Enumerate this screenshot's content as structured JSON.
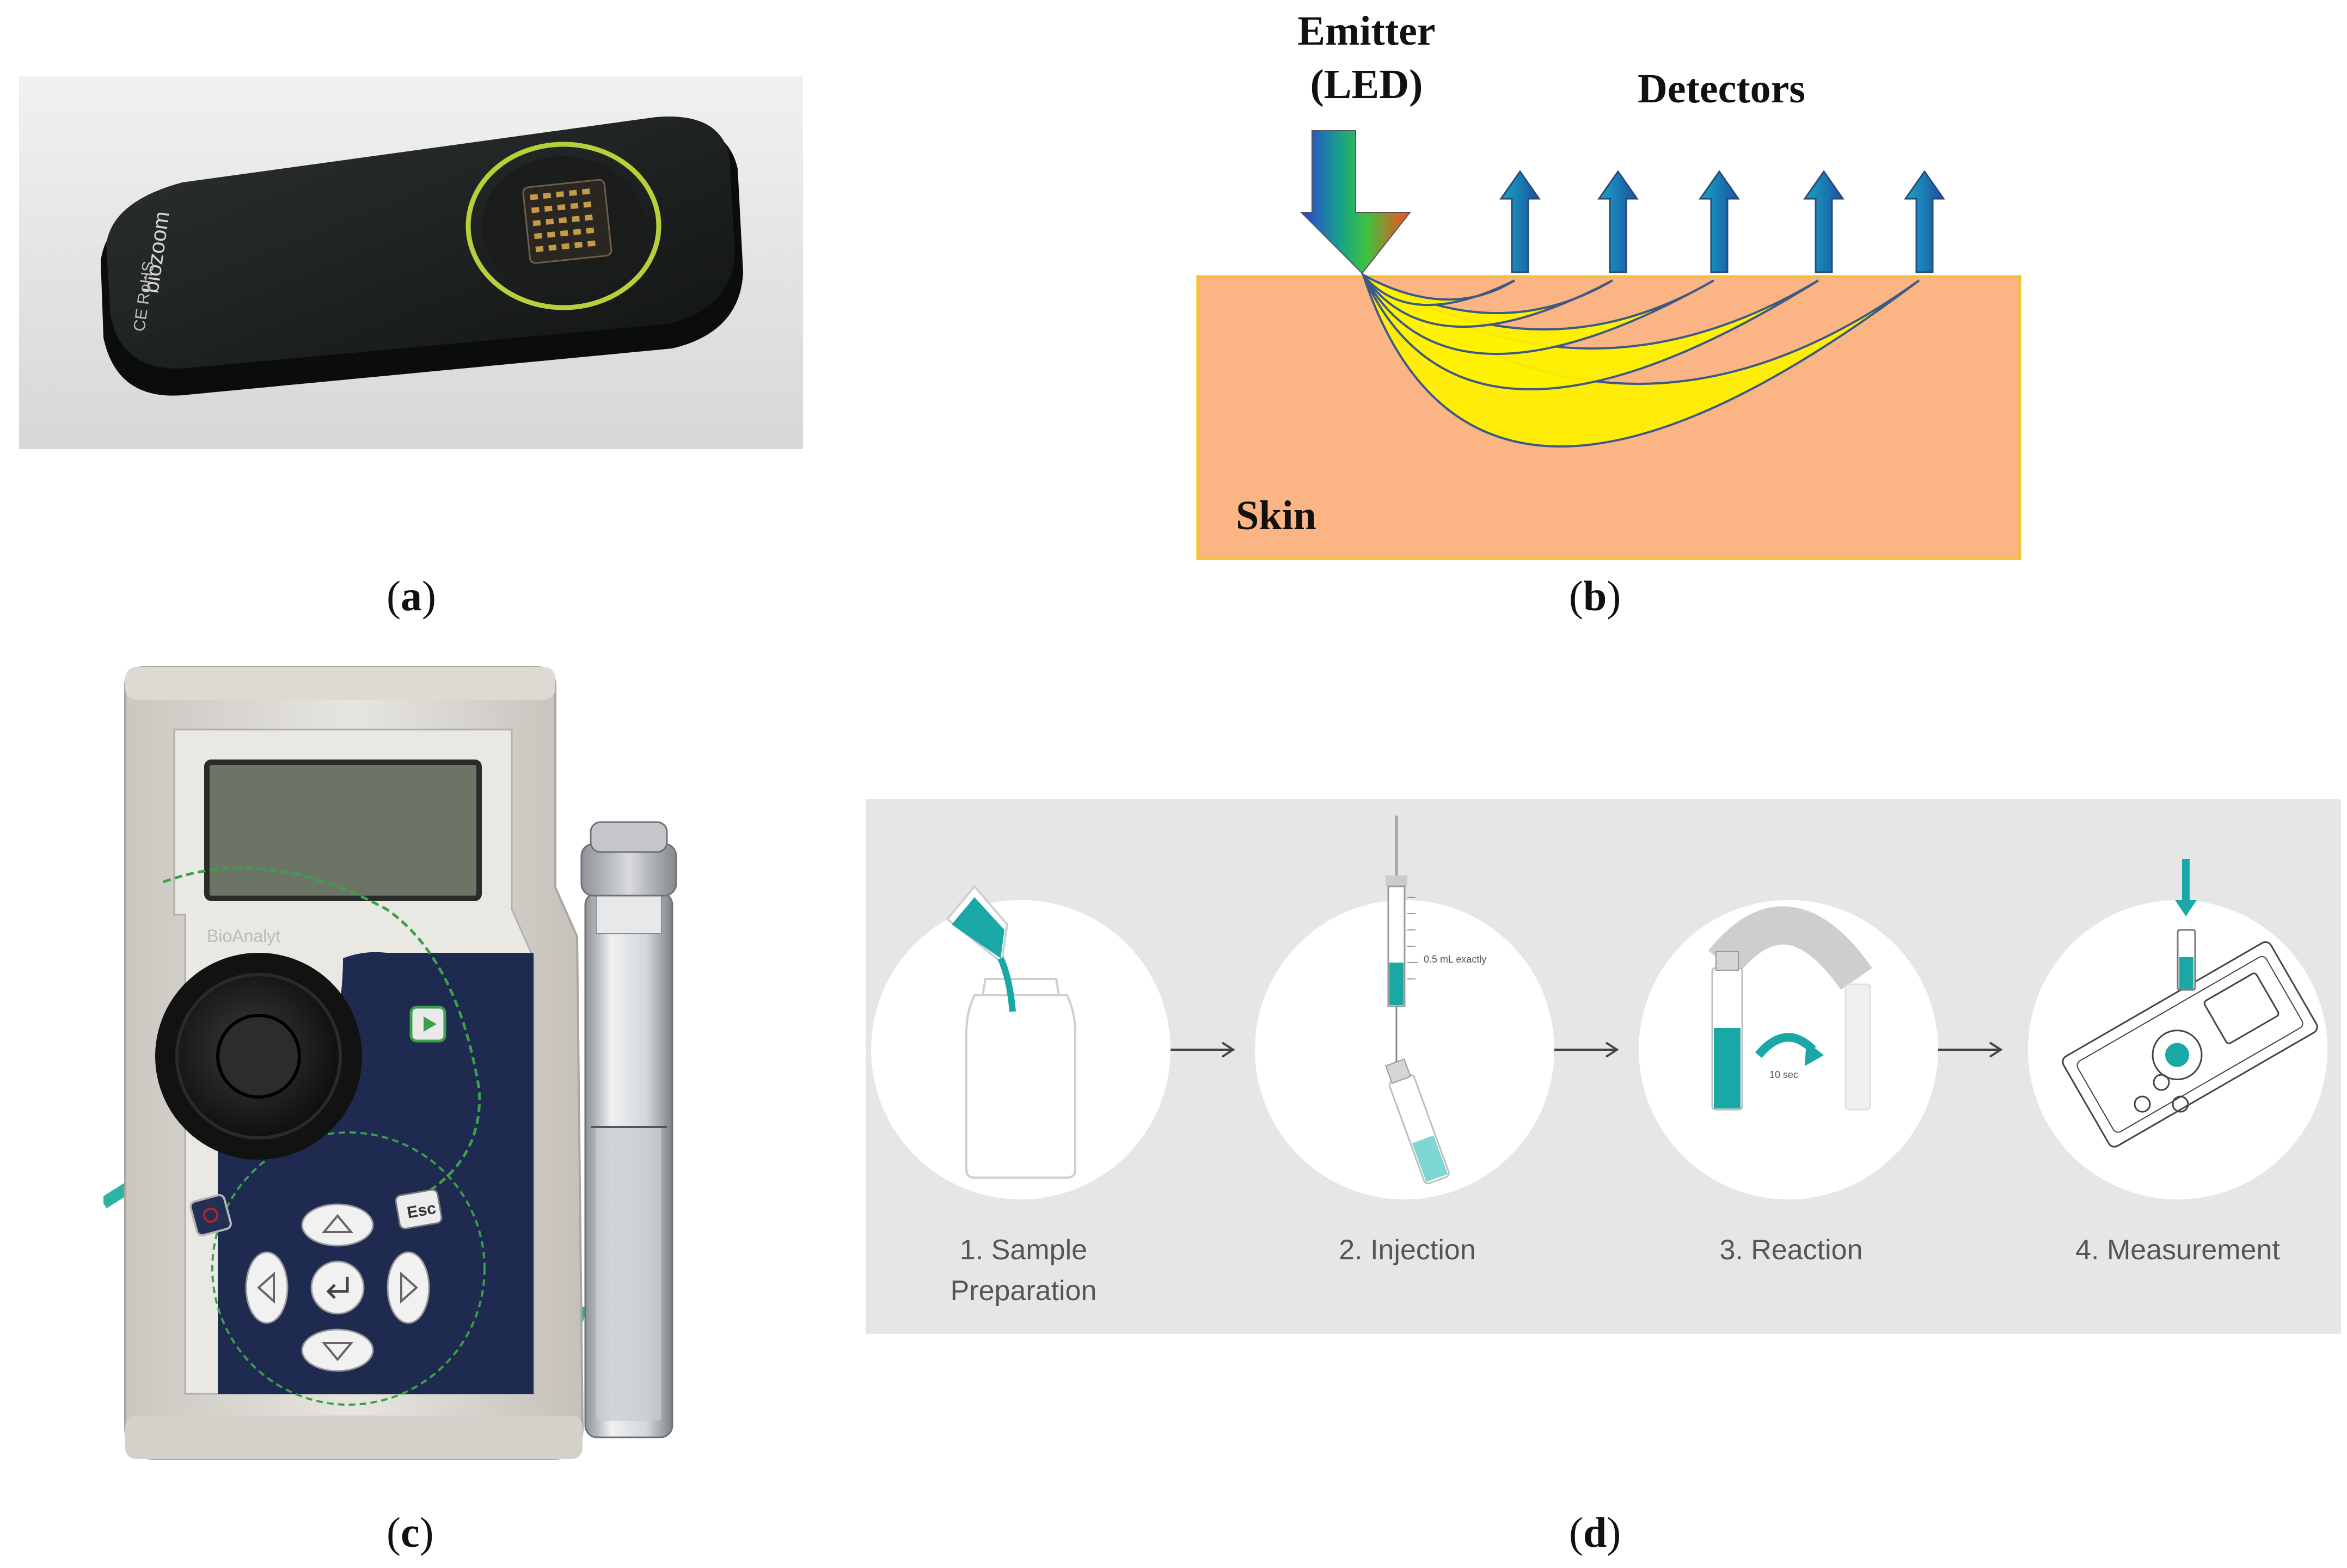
{
  "panel_a": {
    "label_open": "(",
    "label_letter": "a",
    "label_close": ")",
    "device_brand": "biozoom",
    "device_marks": "CE RoHS"
  },
  "panel_b": {
    "label_open": "(",
    "label_letter": "b",
    "label_close": ")",
    "emitter_line1": "Emitter",
    "emitter_line2": "(LED)",
    "detectors": "Detectors",
    "skin": "Skin",
    "detector_count": 5,
    "colors": {
      "skin": "#FBB484",
      "skin_border": "#F2C233",
      "light_path": "#FFF200",
      "arrow": "#1F78B4"
    }
  },
  "panel_c": {
    "label_open": "(",
    "label_letter": "c",
    "label_close": ")",
    "device_brand": "BioAnalyt",
    "colors": {
      "body": "#D9D7D1",
      "keypad": "#1E2A4F",
      "accent": "#2AB3A6"
    }
  },
  "panel_d": {
    "label_open": "(",
    "label_letter": "d",
    "label_close": ")",
    "steps": [
      {
        "line1": "1. Sample",
        "line2": "Preparation",
        "icon": "bottle-pour-icon"
      },
      {
        "line1": "2. Injection",
        "line2": "",
        "icon": "syringe-icon"
      },
      {
        "line1": "3. Reaction",
        "line2": "",
        "icon": "shake-vial-icon"
      },
      {
        "line1": "4. Measurement",
        "line2": "",
        "icon": "device-measure-icon"
      }
    ],
    "syringe_note": "0.5 mL exactly",
    "timer_note": "10 sec",
    "colors": {
      "background": "#E6E6E6",
      "accent": "#19A8A6"
    }
  }
}
